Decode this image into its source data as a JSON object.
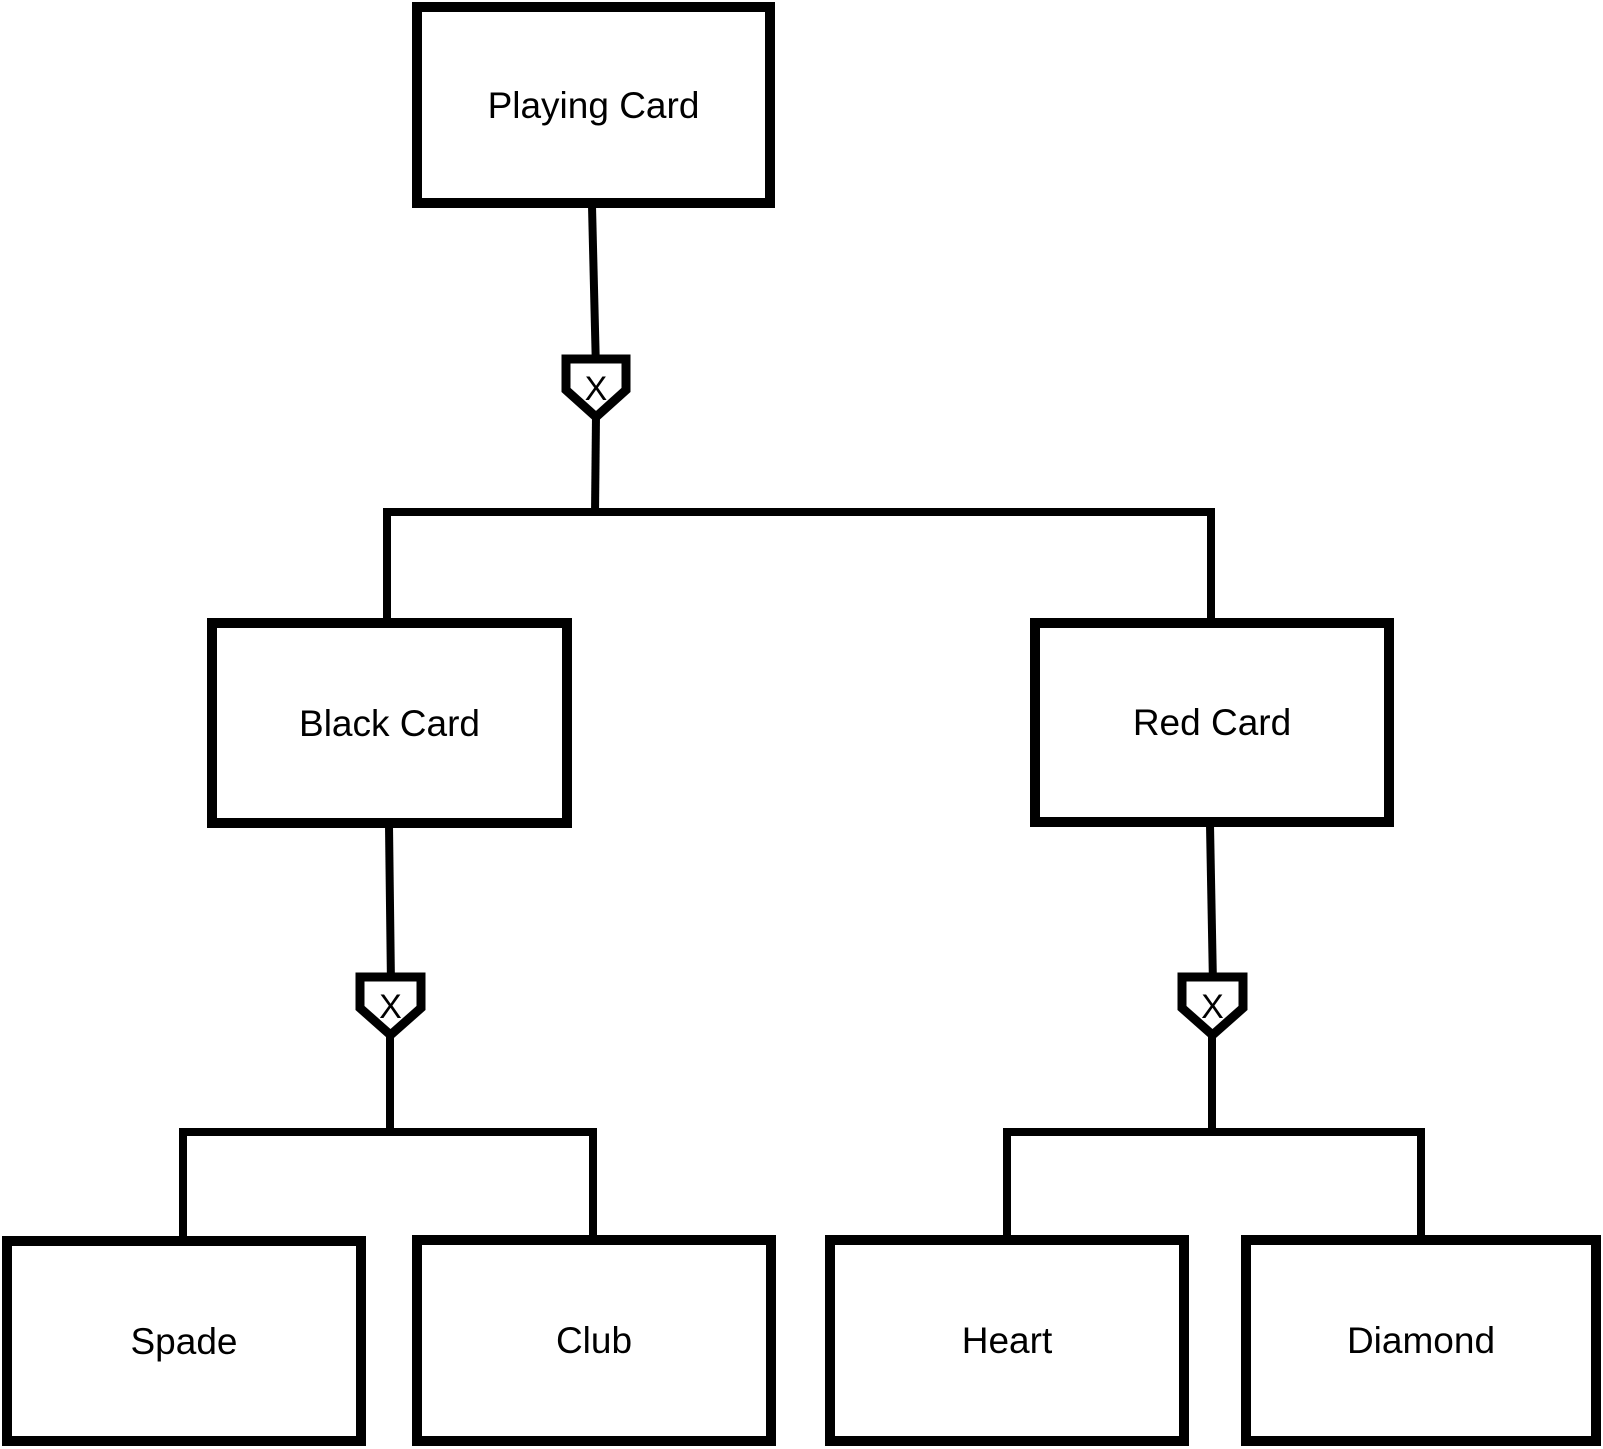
{
  "nodes": {
    "playing_card": {
      "label": "Playing Card"
    },
    "black_card": {
      "label": "Black Card"
    },
    "red_card": {
      "label": "Red Card"
    },
    "spade": {
      "label": "Spade"
    },
    "club": {
      "label": "Club"
    },
    "heart": {
      "label": "Heart"
    },
    "diamond": {
      "label": "Diamond"
    }
  },
  "xor": {
    "label": "X"
  },
  "colors": {
    "line": "#000000",
    "node_border": "#000000",
    "node_fill": "#ffffff",
    "text": "#000000",
    "background": "#ffffff"
  }
}
